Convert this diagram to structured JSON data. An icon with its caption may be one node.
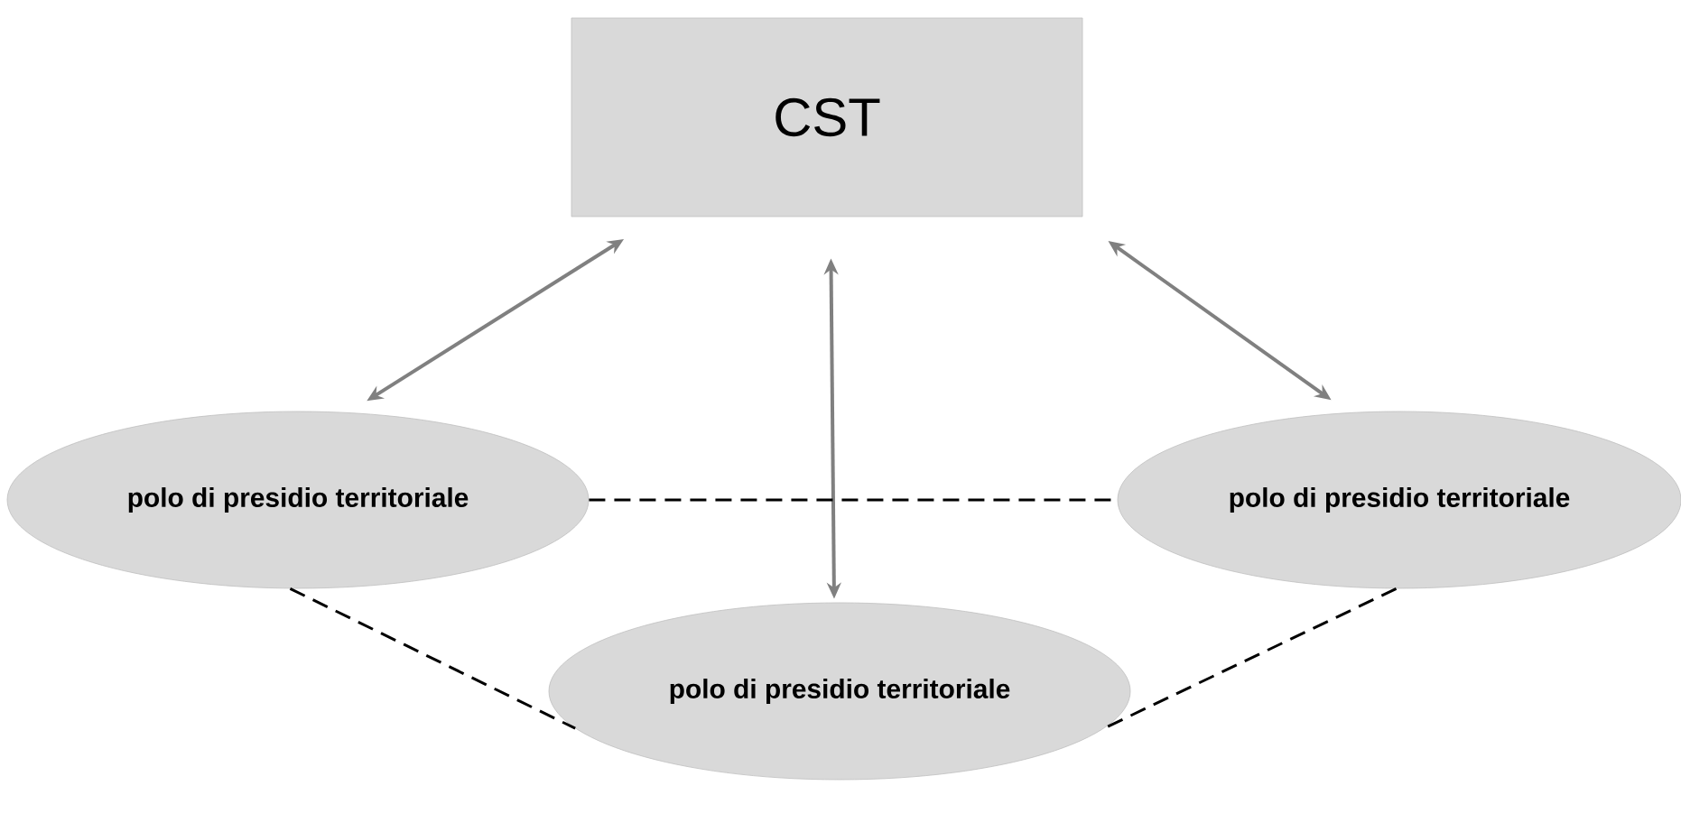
{
  "diagram": {
    "nodes": [
      {
        "text": [
          "CST"
        ]
      },
      {
        "text": [
          "polo di presidio territoriale"
        ]
      },
      {
        "text": [
          "polo di presidio territoriale"
        ]
      },
      {
        "text": [
          "polo di presidio territoriale"
        ]
      }
    ],
    "edges": [
      {
        "from": 0,
        "to": 1,
        "arrow": "both",
        "color": "#808080"
      },
      {
        "from": 0,
        "to": 3,
        "arrow": "both",
        "color": "#808080"
      },
      {
        "from": 0,
        "to": 2,
        "arrow": "both",
        "color": "#808080"
      },
      {
        "from": 1,
        "to": 2,
        "arrow": "none",
        "style": "dashed",
        "color": "#000000"
      },
      {
        "from": 1,
        "to": 3,
        "arrow": "none",
        "style": "dashed",
        "color": "#000000"
      },
      {
        "from": 2,
        "to": 3,
        "arrow": "none",
        "style": "dashed",
        "color": "#000000"
      }
    ]
  }
}
